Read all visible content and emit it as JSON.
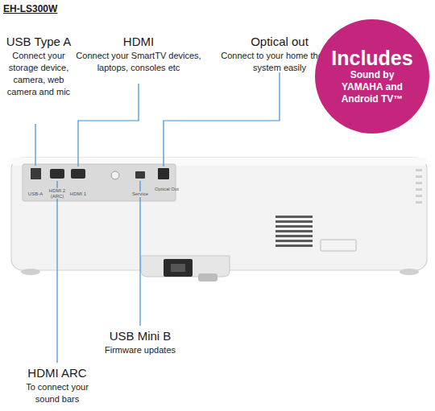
{
  "diagram": {
    "nodes": [
      {
        "text": [
          "Includes",
          "Sound by YAMAHA and Android TV™"
        ]
      }
    ],
    "labels": [
      "EH-LS300W",
      "USB Type A",
      "Connect your storage device, camera, web camera and mic",
      "HDMI",
      "Connect your SmartTV devices, laptops, consoles etc",
      "Optical out",
      "Connect to your home theatre system easily",
      "USB-A",
      "HDMI 2 (ARC)",
      "HDMI 1",
      "Service",
      "Optical Out",
      "USB Mini B",
      "Firmware updates",
      "HDMI ARC",
      "To connect your sound bars"
    ]
  }
}
